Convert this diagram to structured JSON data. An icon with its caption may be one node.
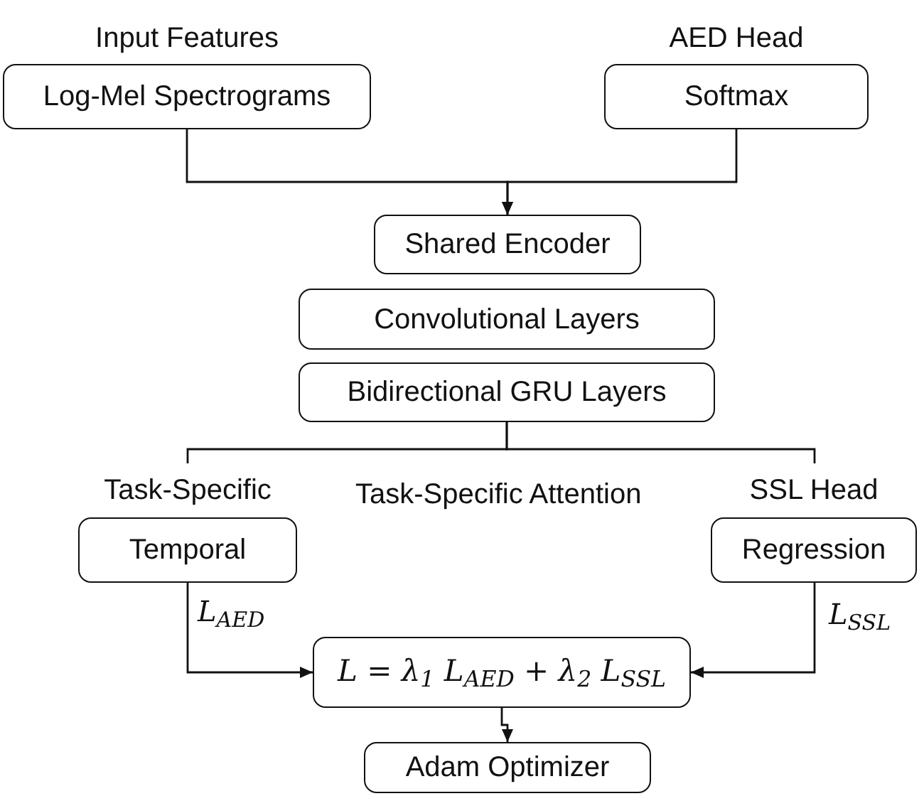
{
  "diagram": {
    "nodes": [
      {
        "text": [
          "Input Features",
          "Log-Mel Spectrograms"
        ]
      },
      {
        "text": [
          "AED Head",
          "Softmax"
        ]
      },
      {
        "text": [
          "Shared Encoder"
        ]
      },
      {
        "text": [
          "Convolutional Layers"
        ]
      },
      {
        "text": [
          "Bidirectional GRU Layers"
        ]
      },
      {
        "text": [
          "Task-Specific",
          "Temporal"
        ]
      },
      {
        "text": [
          "SSL Head",
          "Regression"
        ]
      },
      {
        "text": [
          "L = λ$_{1}$ L$_{AED}$ + λ$_{2}$ L$_{SSL}$"
        ]
      },
      {
        "text": [
          "Adam Optimizer"
        ]
      }
    ],
    "edges": [
      {
        "from": 0,
        "to": 2,
        "arrow": "to"
      },
      {
        "from": 1,
        "to": 2,
        "arrow": "to"
      },
      {
        "from": 4,
        "to": 5,
        "arrow": "none"
      },
      {
        "from": 4,
        "to": 6,
        "arrow": "none"
      },
      {
        "from": 5,
        "to": 7,
        "arrow": "to",
        "label": "L$_{AED}$"
      },
      {
        "from": 6,
        "to": 7,
        "arrow": "to",
        "label": "L$_{SSL}$"
      },
      {
        "from": 7,
        "to": 8,
        "arrow": "to"
      }
    ],
    "labels": [
      "Task-Specific Attention"
    ]
  }
}
